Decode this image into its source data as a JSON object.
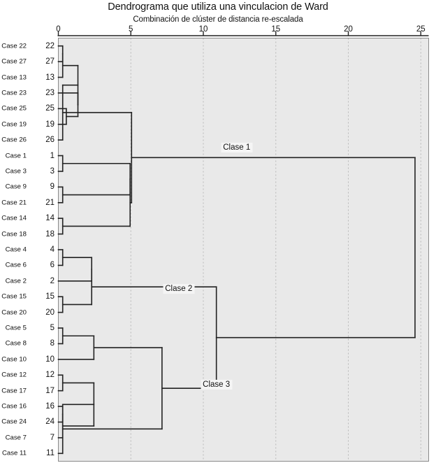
{
  "chart_data": {
    "type": "dendrogram",
    "title": "Dendrograma que utiliza una vinculacion de Ward",
    "subtitle": "Combinación de clúster de distancia re-escalada",
    "xlabel": "Combinación de clúster de distancia re-escalada",
    "ylabel": "",
    "xlim": [
      0,
      25.5
    ],
    "grid": true,
    "legend_position": "none",
    "axis_ticks": [
      0,
      5,
      10,
      15,
      20,
      25
    ],
    "axis_tick_labels": [
      "0",
      "5",
      "10",
      "15",
      "20",
      "25"
    ],
    "leaves": [
      {
        "label": "Case 22",
        "num": "22"
      },
      {
        "label": "Case 27",
        "num": "27"
      },
      {
        "label": "Case 13",
        "num": "13"
      },
      {
        "label": "Case 23",
        "num": "23"
      },
      {
        "label": "Case 25",
        "num": "25"
      },
      {
        "label": "Case 19",
        "num": "19"
      },
      {
        "label": "Case 26",
        "num": "26"
      },
      {
        "label": "Case 1",
        "num": "1"
      },
      {
        "label": "Case 3",
        "num": "3"
      },
      {
        "label": "Case 9",
        "num": "9"
      },
      {
        "label": "Case 21",
        "num": "21"
      },
      {
        "label": "Case 14",
        "num": "14"
      },
      {
        "label": "Case 18",
        "num": "18"
      },
      {
        "label": "Case 4",
        "num": "4"
      },
      {
        "label": "Case 6",
        "num": "6"
      },
      {
        "label": "Case 2",
        "num": "2"
      },
      {
        "label": "Case 15",
        "num": "15"
      },
      {
        "label": "Case 20",
        "num": "20"
      },
      {
        "label": "Case 5",
        "num": "5"
      },
      {
        "label": "Case 8",
        "num": "8"
      },
      {
        "label": "Case 10",
        "num": "10"
      },
      {
        "label": "Case 12",
        "num": "12"
      },
      {
        "label": "Case 17",
        "num": "17"
      },
      {
        "label": "Case 16",
        "num": "16"
      },
      {
        "label": "Case 24",
        "num": "24"
      },
      {
        "label": "Case 7",
        "num": "7"
      },
      {
        "label": "Case 11",
        "num": "11"
      }
    ],
    "merges": [
      {
        "id": "m1",
        "a": {
          "leaf": 0
        },
        "b": {
          "leaf": 1
        },
        "dist": 0.3
      },
      {
        "id": "m2",
        "a": {
          "node": "m1"
        },
        "b": {
          "leaf": 2
        },
        "dist": 0.3
      },
      {
        "id": "m3",
        "a": {
          "leaf": 4
        },
        "b": {
          "leaf": 5
        },
        "dist": 0.55
      },
      {
        "id": "m4",
        "a": {
          "leaf": 3
        },
        "b": {
          "node": "m3"
        },
        "dist": 1.35
      },
      {
        "id": "m5",
        "a": {
          "node": "m2"
        },
        "b": {
          "node": "m4"
        },
        "dist": 1.35
      },
      {
        "id": "m6",
        "a": {
          "node": "m5"
        },
        "b": {
          "leaf": 6
        },
        "dist": 0.3
      },
      {
        "id": "m7",
        "a": {
          "leaf": 7
        },
        "b": {
          "leaf": 8
        },
        "dist": 0.3
      },
      {
        "id": "m8",
        "a": {
          "leaf": 9
        },
        "b": {
          "leaf": 10
        },
        "dist": 0.3
      },
      {
        "id": "m9",
        "a": {
          "node": "m7"
        },
        "b": {
          "node": "m8"
        },
        "dist": 4.95
      },
      {
        "id": "m10",
        "a": {
          "leaf": 11
        },
        "b": {
          "leaf": 12
        },
        "dist": 0.3
      },
      {
        "id": "m11",
        "a": {
          "node": "m9"
        },
        "b": {
          "node": "m10"
        },
        "dist": 4.95
      },
      {
        "id": "m12",
        "a": {
          "node": "m6"
        },
        "b": {
          "node": "m11"
        },
        "dist": 5.05
      },
      {
        "id": "m13",
        "a": {
          "leaf": 13
        },
        "b": {
          "leaf": 14
        },
        "dist": 0.3
      },
      {
        "id": "m14",
        "a": {
          "node": "m13"
        },
        "b": {
          "leaf": 15
        },
        "dist": 2.3
      },
      {
        "id": "m15",
        "a": {
          "leaf": 16
        },
        "b": {
          "leaf": 17
        },
        "dist": 0.3
      },
      {
        "id": "m16",
        "a": {
          "node": "m14"
        },
        "b": {
          "node": "m15"
        },
        "dist": 2.3
      },
      {
        "id": "m17",
        "a": {
          "leaf": 18
        },
        "b": {
          "leaf": 19
        },
        "dist": 0.3
      },
      {
        "id": "m18",
        "a": {
          "node": "m17"
        },
        "b": {
          "leaf": 20
        },
        "dist": 2.45
      },
      {
        "id": "m19",
        "a": {
          "leaf": 21
        },
        "b": {
          "leaf": 22
        },
        "dist": 0.3
      },
      {
        "id": "m20",
        "a": {
          "leaf": 23
        },
        "b": {
          "leaf": 24
        },
        "dist": 0.3
      },
      {
        "id": "m21",
        "a": {
          "node": "m20"
        },
        "b": {
          "leaf": 25
        },
        "dist": 0.3
      },
      {
        "id": "m22",
        "a": {
          "node": "m19"
        },
        "b": {
          "node": "m21"
        },
        "dist": 2.45
      },
      {
        "id": "m23",
        "a": {
          "node": "m22"
        },
        "b": {
          "leaf": 26
        },
        "dist": 0.3
      },
      {
        "id": "m24",
        "a": {
          "node": "m18"
        },
        "b": {
          "node": "m23"
        },
        "dist": 7.15
      },
      {
        "id": "m25",
        "a": {
          "node": "m16"
        },
        "b": {
          "node": "m24"
        },
        "dist": 10.9
      },
      {
        "id": "m26",
        "a": {
          "node": "m12"
        },
        "b": {
          "node": "m25"
        },
        "dist": 24.6
      }
    ],
    "cluster_labels": [
      {
        "text": "Clase 1",
        "dist": 12.3,
        "leaf_center": 6.5
      },
      {
        "text": "Clase 2",
        "dist": 8.3,
        "leaf_center": 15.5
      },
      {
        "text": "Clase 3",
        "dist": 10.9,
        "leaf_center": 21.6
      }
    ]
  },
  "colors": {
    "plot_background": "#e9e9e9",
    "line": "#222222",
    "gridline": "#b8b8b8",
    "axis": "#222222",
    "text": "#111111",
    "label_background": "#f5f5f5"
  }
}
